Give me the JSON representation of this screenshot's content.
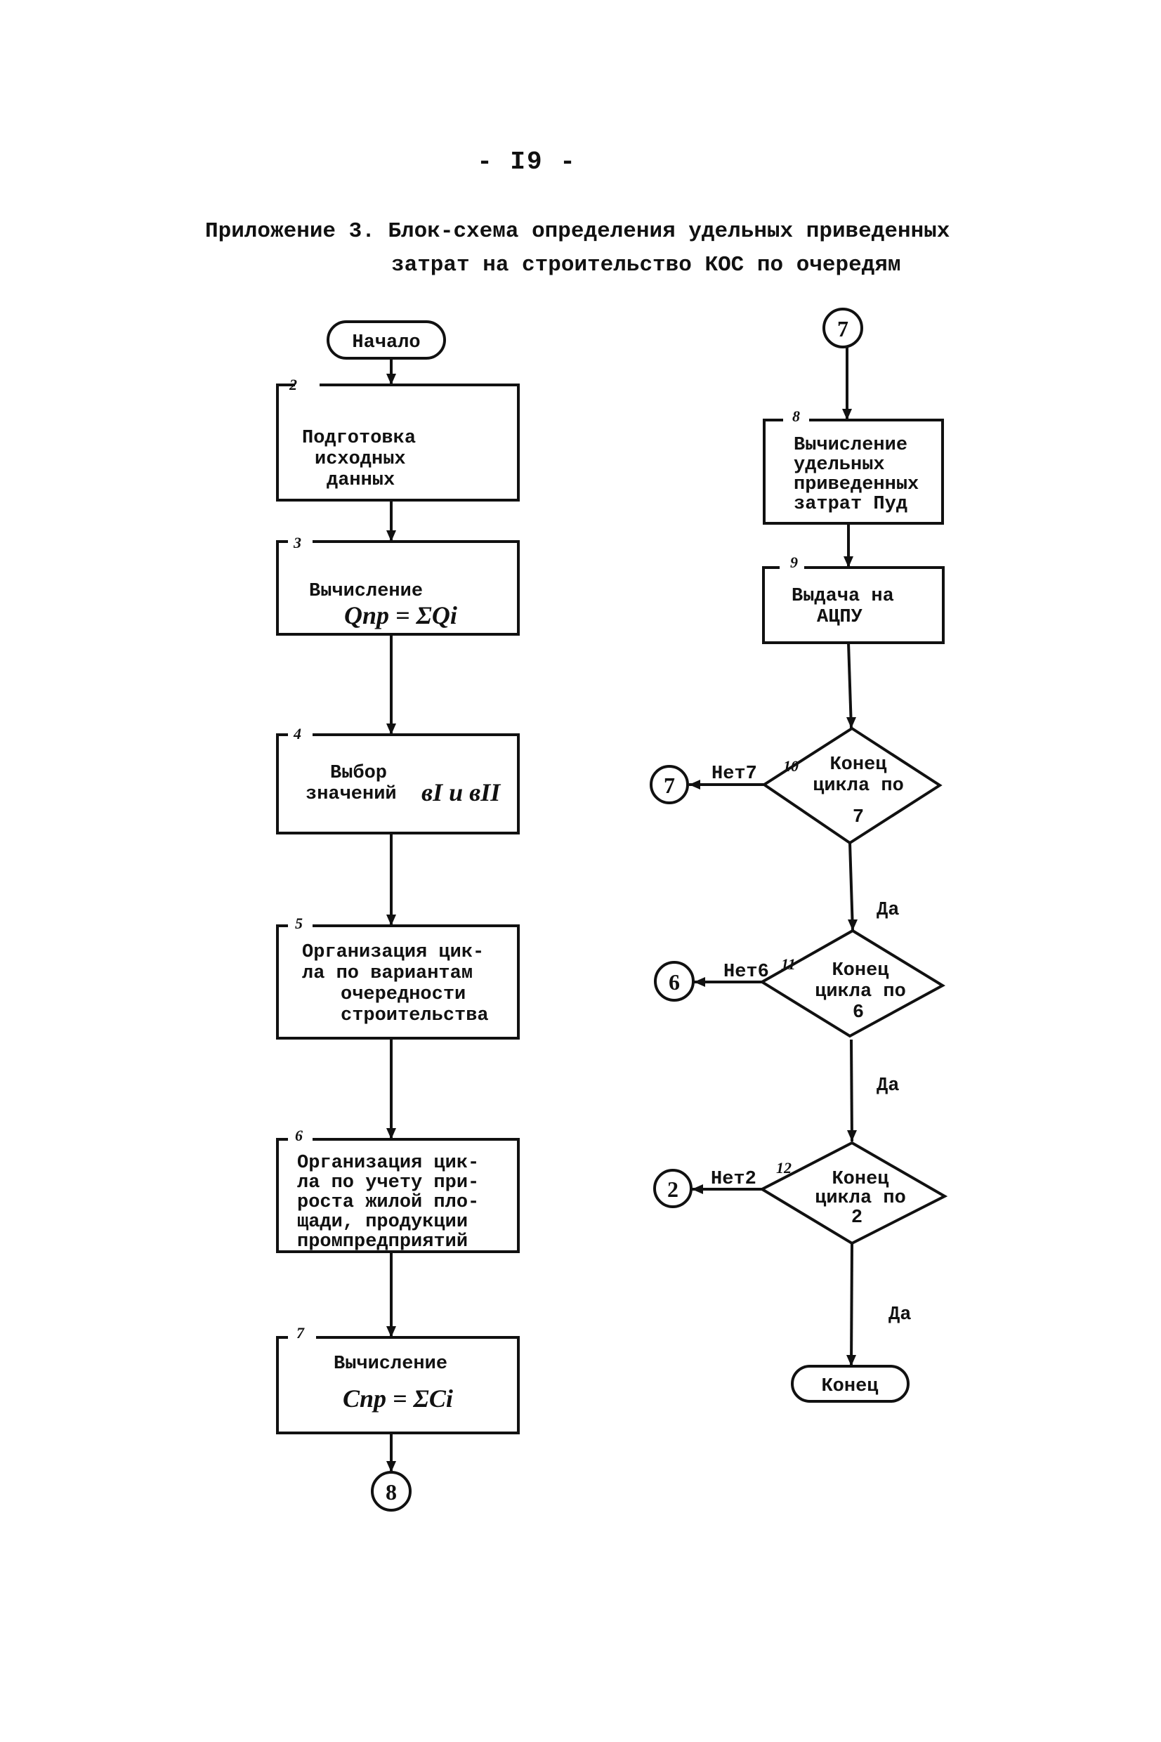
{
  "page": {
    "number": "- I9 -",
    "title_line1": "Приложение 3. Блок-схема определения удельных приведенных",
    "title_line2": "затрат на строительство КОС по очередям"
  },
  "flowchart": {
    "start": {
      "label": "Начало"
    },
    "end": {
      "label": "Конец"
    },
    "blocks": [
      {
        "id": "2",
        "number": "2",
        "lines": [
          "Подготовка",
          "исходных",
          "данных"
        ]
      },
      {
        "id": "3",
        "number": "3",
        "lines": [
          "Вычисление"
        ],
        "formula": "Qпр = ΣQi"
      },
      {
        "id": "4",
        "number": "4",
        "lines": [
          "Выбор",
          "значений"
        ],
        "formula": "вI и вII"
      },
      {
        "id": "5",
        "number": "5",
        "lines": [
          "Организация цик-",
          "ла по вариантам",
          "очередности",
          "строительства"
        ]
      },
      {
        "id": "6",
        "number": "6",
        "lines": [
          "Организация цик-",
          "ла по учету при-",
          "роста жилой пло-",
          "щади, продукции",
          "промпредприятий"
        ]
      },
      {
        "id": "7",
        "number": "7",
        "lines": [
          "Вычисление"
        ],
        "formula": "Cпр = ΣCi"
      },
      {
        "id": "8",
        "number": "8",
        "lines": [
          "Вычисление",
          "удельных",
          "приведенных",
          "затрат Пуд"
        ]
      },
      {
        "id": "9",
        "number": "9",
        "lines": [
          "Выдача на",
          "АЦПУ"
        ]
      }
    ],
    "decisions": [
      {
        "id": "10",
        "number": "10",
        "lines": [
          "Конец",
          "цикла по",
          "7"
        ],
        "no_label": "Нет7",
        "no_target": "7",
        "yes_label": "Да"
      },
      {
        "id": "11",
        "number": "11",
        "lines": [
          "Конец",
          "цикла по",
          "6"
        ],
        "no_label": "Нет6",
        "no_target": "6",
        "yes_label": "Да"
      },
      {
        "id": "12",
        "number": "12",
        "lines": [
          "Конец",
          "цикла по",
          "2"
        ],
        "no_label": "Нет2",
        "no_target": "2",
        "yes_label": "Да"
      }
    ],
    "connectors": {
      "left_out": "8",
      "right_in": "7"
    }
  }
}
